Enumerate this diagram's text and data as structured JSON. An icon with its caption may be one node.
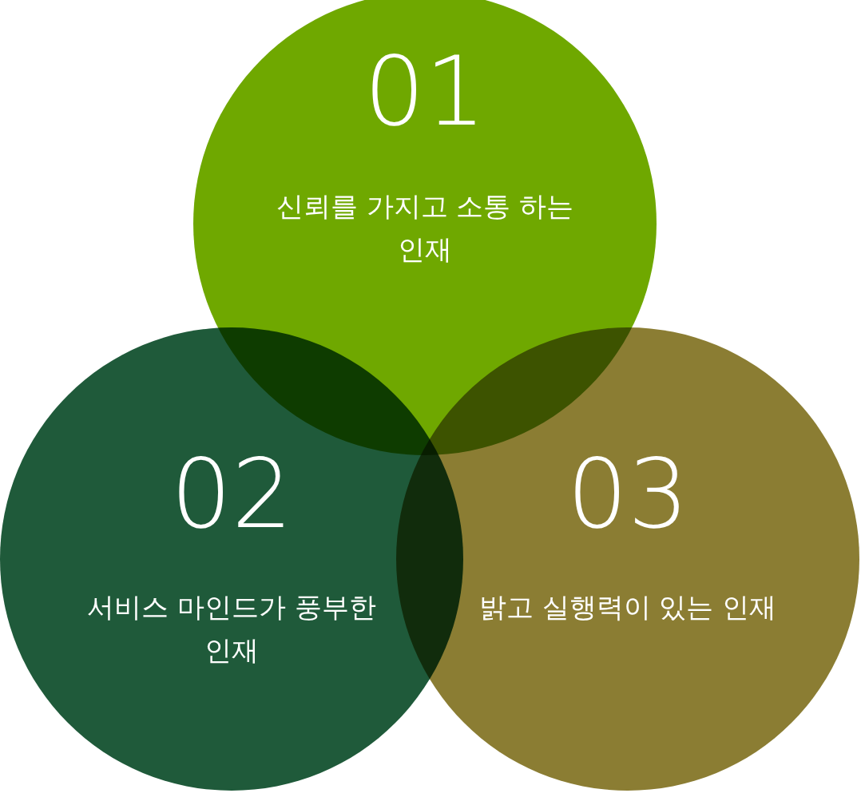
{
  "diagram": {
    "nodes": [
      {
        "text": [
          "01",
          "신뢰를 가지고 소통 하는 인재"
        ]
      },
      {
        "text": [
          "02",
          "서비스 마인드가 풍부한 인재"
        ]
      },
      {
        "text": [
          "03",
          "밝고 실행력이 있는 인재"
        ]
      }
    ]
  }
}
